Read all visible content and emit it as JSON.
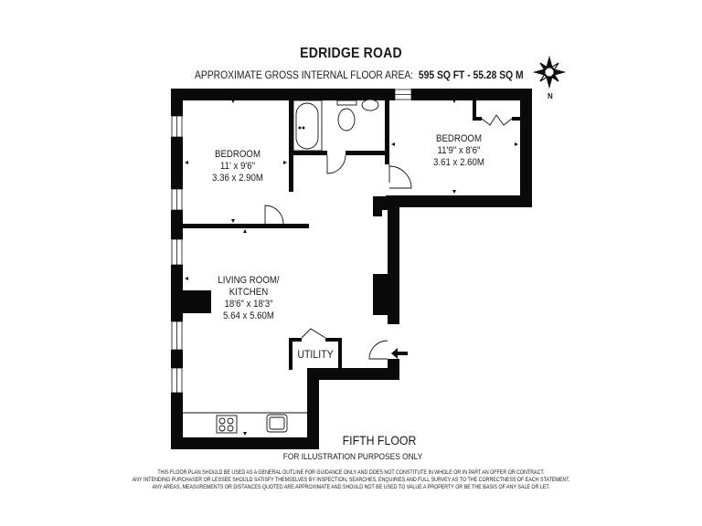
{
  "header": {
    "title": "EDRIDGE ROAD",
    "area_label": "APPROXIMATE GROSS INTERNAL FLOOR AREA:",
    "area_sqft": "595 SQ FT",
    "area_separator": "-",
    "area_sqm": "55.28 SQ M"
  },
  "compass": {
    "north_label": "N",
    "icon": "compass-rose-icon"
  },
  "rooms": [
    {
      "name": "BEDROOM",
      "imperial": "11' x 9'6\"",
      "metric": "3.36 x 2.90M"
    },
    {
      "name": "BEDROOM",
      "imperial": "11'9\" x 8'6\"",
      "metric": "3.61 x 2.60M"
    },
    {
      "name": "LIVING ROOM/",
      "name2": "KITCHEN",
      "imperial": "18'6\" x 18'3\"",
      "metric": "5.64 x 5.60M"
    },
    {
      "name": "UTILITY"
    }
  ],
  "fixtures": [
    "bath-icon",
    "toilet-icon",
    "basin-icon",
    "hob-icon",
    "sink-icon",
    "entrance-arrow-icon"
  ],
  "footer": {
    "floor_label": "FIFTH FLOOR",
    "illustration_note": "FOR ILLUSTRATION PURPOSES ONLY",
    "disclaimer": [
      "THIS FLOOR PLAN SHOULD BE USED AS A GENERAL OUTLINE FOR GUIDANCE ONLY AND DOES NOT CONSTITUTE IN WHOLE OR IN PART AN OFFER OR CONTRACT.",
      "ANY INTENDING PURCHASER OR LESSEE SHOULD SATISFY THEMSELVES BY INSPECTION, SEARCHES, ENQUIRIES AND FULL SURVEY AS TO THE CORRECTNESS OF EACH STATEMENT.",
      "ANY AREAS, MEASUREMENTS OR DISTANCES QUOTED ARE APPROXIMATE AND SHOULD NOT BE USED TO VALUE A PROPERTY OR BE THE BASIS OF ANY SALE OR LET."
    ]
  },
  "colors": {
    "wall": "#0a0a0a",
    "background": "#ffffff",
    "text": "#1a1a1a"
  }
}
